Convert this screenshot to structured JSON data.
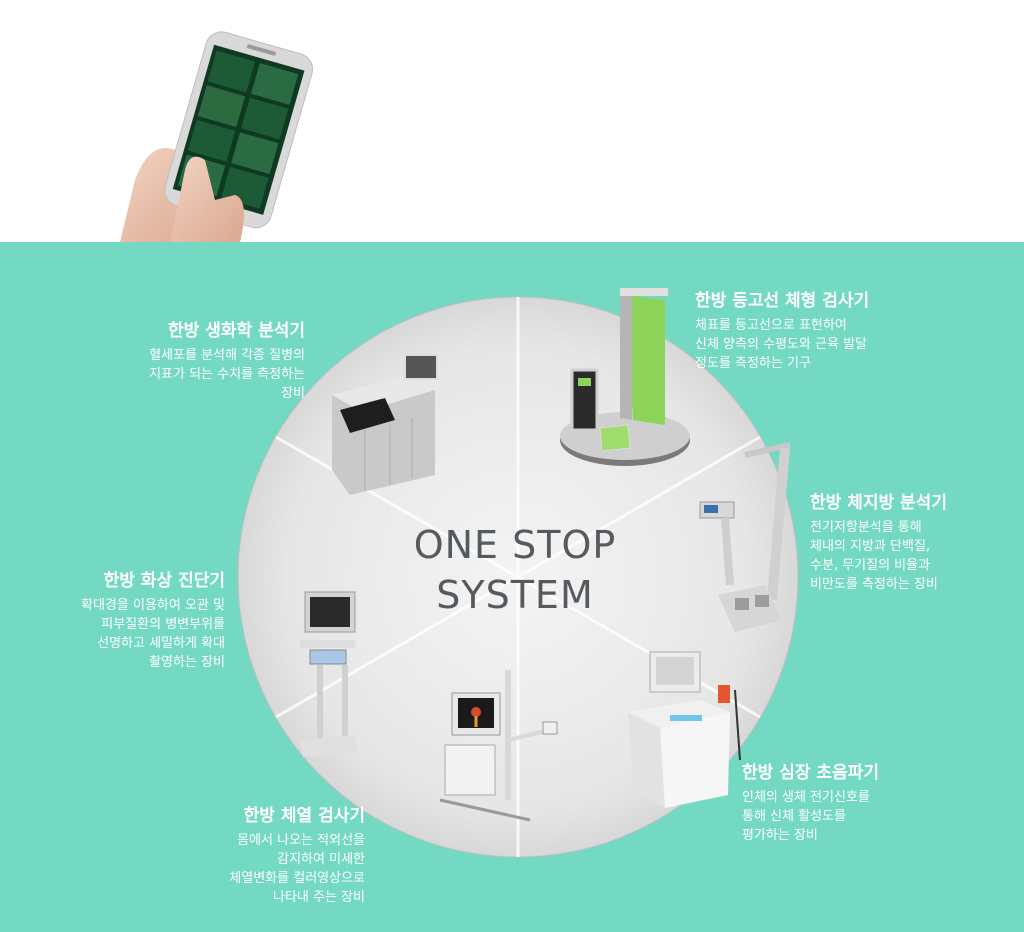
{
  "center": {
    "line1": "ONE STOP",
    "line2": "SYSTEM"
  },
  "devices": [
    {
      "id": "biochem",
      "title": "한방 생화학 분석기",
      "desc": "혈세포를 분석해 각종 질병의\n지표가 되는 수치를 측정하는\n장비"
    },
    {
      "id": "contour",
      "title": "한방 등고선 체형 검사기",
      "desc": "체표를 등고선으로 표현하여\n신체 양측의 수평도와 근육 발달\n정도를 측정하는 기구"
    },
    {
      "id": "bodyfat",
      "title": "한방 체지방 분석기",
      "desc": "전기저항분석을 통해\n체내의 지방과 단백질,\n수분, 무기질의 비율과\n비만도를 측정하는 장비"
    },
    {
      "id": "echo",
      "title": "한방 심장 초음파기",
      "desc": "인체의 생체 전기신호를\n통해 신체 활성도를\n평가하는 장비"
    },
    {
      "id": "thermal",
      "title": "한방 체열 검사기",
      "desc": "몸에서 나오는 적외선을\n감지하여 미세한\n체열변화를 컬러영상으로\n나타내 주는 장비"
    },
    {
      "id": "skin",
      "title": "한방 화상 진단기",
      "desc": "확대경을 이용하여 오관 및\n피부질환의 병변부위를\n선명하고 세밀하게 확대\n촬영하는 장비"
    }
  ],
  "colors": {
    "teal": "#74d9c2",
    "wheel": "#e4e4e4",
    "text": "#ffffff",
    "center_text": "#555a5e"
  }
}
